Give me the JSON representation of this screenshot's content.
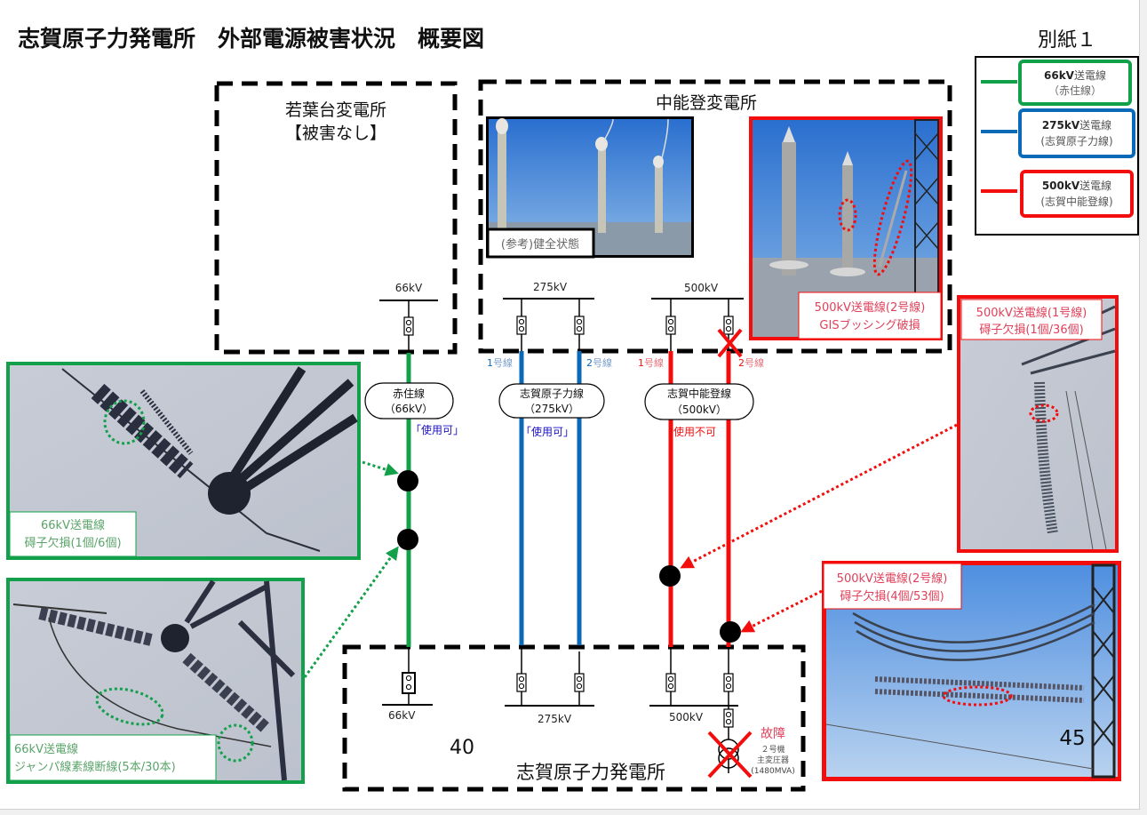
{
  "title": "志賀原子力発電所　外部電源被害状況　概要図",
  "attachment_label": "別紙１",
  "colors": {
    "line_66kv": "#13a04a",
    "line_275kv": "#0a6ab8",
    "line_500kv": "#f40d0d",
    "usable_text": "#1a10c8",
    "unusable_text": "#f40d0d",
    "caption_green": "#5aa46a",
    "caption_red": "#e0405a"
  },
  "legend": [
    {
      "voltage": "66kV",
      "suffix": "送電線",
      "name": "（赤住線）",
      "color_key": "line_66kv"
    },
    {
      "voltage": "275kV",
      "suffix": "送電線",
      "name": "(志賀原子力線)",
      "color_key": "line_275kv"
    },
    {
      "voltage": "500kV",
      "suffix": "送電線",
      "name": "(志賀中能登線)",
      "color_key": "line_500kv"
    }
  ],
  "substations": {
    "wakabadai": {
      "name": "若葉台変電所",
      "status": "【被害なし】"
    },
    "nakanoto": {
      "name": "中能登変電所"
    },
    "shika": {
      "name": "志賀原子力発電所"
    }
  },
  "buses": {
    "top_66": "66kV",
    "top_275": "275kV",
    "top_500": "500kV",
    "bottom_66": "66kV",
    "bottom_275": "275kV",
    "bottom_500": "500kV"
  },
  "circuit_labels": {
    "c275_1": {
      "num": "1",
      "text": "号線"
    },
    "c275_2": {
      "num": "2",
      "text": "号線"
    },
    "c500_1": {
      "num": "1",
      "text": "号線"
    },
    "c500_2": {
      "num": "2",
      "text": "号線"
    }
  },
  "lines": [
    {
      "name": "赤住線",
      "voltage": "（66kV）",
      "status": "「使用可」",
      "usable": true
    },
    {
      "name": "志賀原子力線",
      "voltage": "（275kV）",
      "status": "「使用可」",
      "usable": true
    },
    {
      "name": "志賀中能登線",
      "voltage": "（500kV）",
      "status": "使用不可",
      "usable": false
    }
  ],
  "photos": {
    "reference": {
      "caption": "(参考)健全状態"
    },
    "gis_bushing": {
      "caption_line1": "500kV送電線(2号線)",
      "caption_line2": "GISブッシング破損"
    },
    "insulator_500_1": {
      "caption_line1": "500kV送電線(1号線)",
      "caption_line2": "碍子欠損(1個/36個)"
    },
    "insulator_500_2": {
      "caption_line1": "500kV送電線(2号線)",
      "caption_line2": "碍子欠損(4個/53個)",
      "overlay_number": "45"
    },
    "insulator_66": {
      "caption_line1": "66kV送電線",
      "caption_line2": "碍子欠損(1個/6個)"
    },
    "jumper_66": {
      "caption_line1": "66kV送電線",
      "caption_line2": "ジャンパ線素線断線(5本/30本)"
    }
  },
  "transformer": {
    "fault": "故障",
    "unit": "２号機",
    "name": "主変圧器",
    "capacity": "(1480MVA)"
  },
  "overlay_page_number": "40"
}
